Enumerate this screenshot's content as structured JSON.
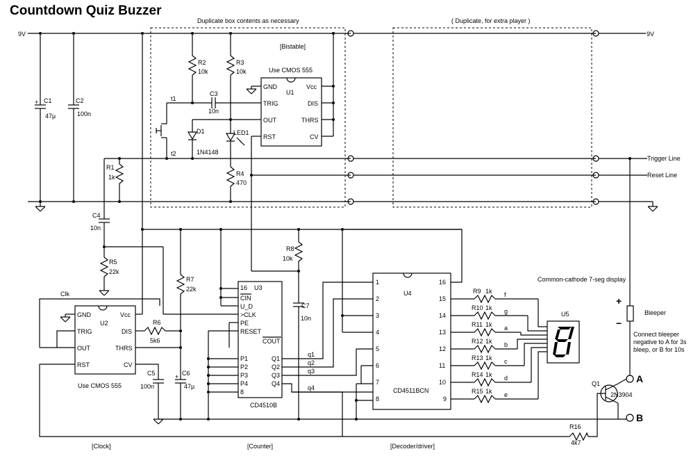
{
  "title": "Countdown Quiz Buzzer",
  "boxes": {
    "duplicate1": "Duplicate box contents as necessary",
    "duplicate2": "( Duplicate, for extra player )",
    "bistable": "[Bistable]"
  },
  "rails": {
    "vplus_left": "9V",
    "vplus_right": "9V",
    "trigger": "Trigger Line",
    "reset": "Reset Line"
  },
  "components": {
    "c1": "C1",
    "c1v": "47µ",
    "c2": "C2",
    "c2v": "100n",
    "r1": "R1",
    "r1v": "1k",
    "c4": "C4",
    "c4v": "10n",
    "r5": "R5",
    "r5v": "22k",
    "r2": "R2",
    "r2v": "10k",
    "r3": "R3",
    "r3v": "10k",
    "c3": "C3",
    "c3v": "10n",
    "t1": "t1",
    "t2": "t2",
    "d1": "D1",
    "d1v": "1N4148",
    "led1": "LED1",
    "r4": "R4",
    "r4v": "470",
    "r7": "R7",
    "r7v": "22k",
    "r6": "R6",
    "r6v": "5k6",
    "c5": "C5",
    "c5v": "100n",
    "c6": "C6",
    "c6v": "47µ",
    "r8": "R8",
    "r8v": "10k",
    "c7": "C7",
    "c7v": "10n",
    "r9": "R9",
    "r9v": "1k",
    "r10": "R10",
    "r10v": "1k",
    "r11": "R11",
    "r11v": "1k",
    "r12": "R12",
    "r12v": "1k",
    "r13": "R13",
    "r13v": "1k",
    "r14": "R14",
    "r14v": "1k",
    "r15": "R15",
    "r15v": "1k",
    "r16": "R16",
    "r16v": "4k7",
    "q1": "Q1",
    "q1v": "2N3904",
    "u5": "U5",
    "display": "Common-cathode 7-seg display",
    "bleeper": "Bleeper",
    "bleeper_note": "Connect bleeper negative to A for 3s bleep, or B for 10s",
    "plus": "+",
    "minus": "−",
    "a": "A",
    "b": "B",
    "clk": "Clk"
  },
  "u1": {
    "name": "U1",
    "caption": "Use CMOS 555",
    "pins": [
      "GND",
      "TRIG",
      "OUT",
      "RST",
      "Vcc",
      "DIS",
      "THRS",
      "CV"
    ]
  },
  "u2": {
    "name": "U2",
    "caption": "Use CMOS 555",
    "pins": [
      "GND",
      "TRIG",
      "OUT",
      "RST",
      "Vcc",
      "DIS",
      "THRS",
      "CV"
    ]
  },
  "u3": {
    "name": "U3",
    "caption": "CD4510B",
    "pins": [
      "16",
      "CIN",
      "U_D",
      ">CLK",
      "PE",
      "RESET",
      "COUT",
      "P1",
      "P2",
      "P3",
      "P4",
      "8",
      "Q1",
      "Q2",
      "Q3",
      "Q4"
    ]
  },
  "u4": {
    "name": "U4",
    "caption": "CD4511BCN",
    "left_pins": [
      "1",
      "2",
      "3",
      "4",
      "5",
      "6",
      "7",
      "8"
    ],
    "right_pins": [
      "16",
      "15",
      "14",
      "13",
      "12",
      "11",
      "10",
      "9"
    ]
  },
  "signals": {
    "q1": "q1",
    "q2": "q2",
    "q3": "q3",
    "q4": "q4",
    "f": "f",
    "g": "g",
    "a": "a",
    "b": "b",
    "c": "c",
    "d": "d",
    "e": "e"
  },
  "sections": {
    "clock": "[Clock]",
    "counter": "[Counter]",
    "decoder": "[Decoder/driver]"
  }
}
